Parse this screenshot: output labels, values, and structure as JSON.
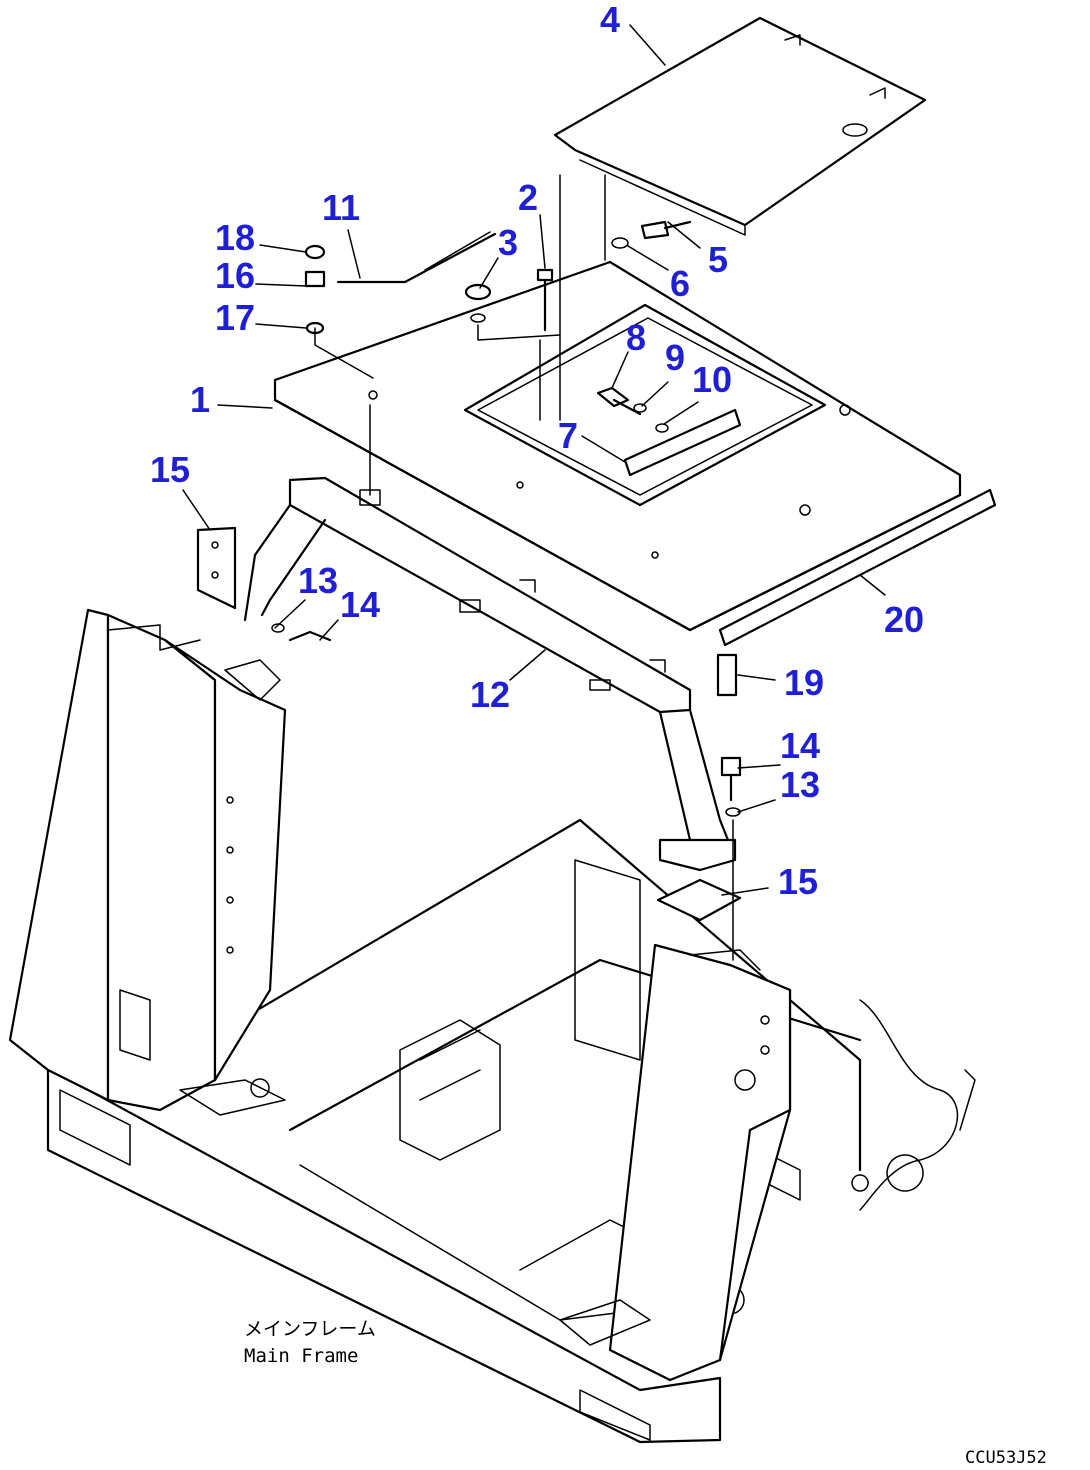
{
  "callout_color": "#1f1fd6",
  "callouts": [
    "1",
    "2",
    "3",
    "4",
    "5",
    "6",
    "7",
    "8",
    "9",
    "10",
    "11",
    "12",
    "13",
    "14",
    "15",
    "16",
    "17",
    "18",
    "19",
    "20"
  ],
  "frame_label": {
    "jp": "メインフレーム",
    "en": "Main Frame"
  },
  "drawing_code": "CCU53J52"
}
